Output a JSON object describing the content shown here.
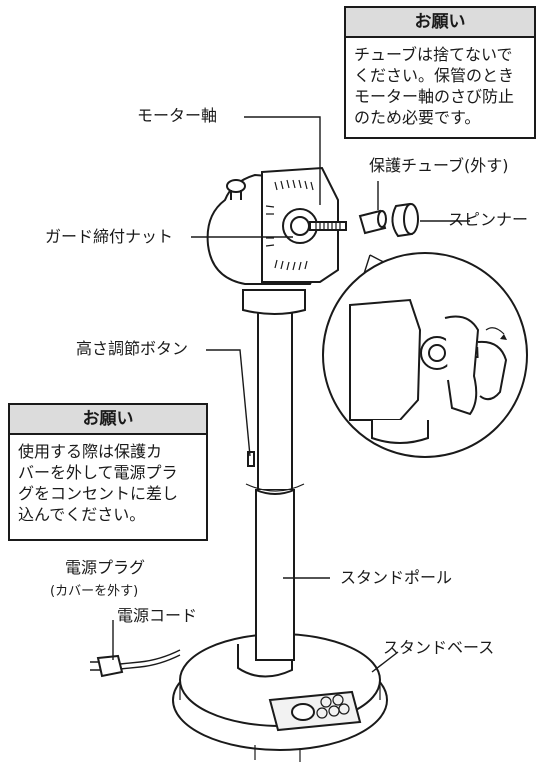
{
  "notices": {
    "top": {
      "title": "お願い",
      "body": "チューブは捨てないで\nください。保管のとき\nモーター軸のさび防止\nのため必要です。"
    },
    "left": {
      "title": "お願い",
      "body": "使用する際は保護カ\nバーを外して電源プラ\nグをコンセントに差し\n込んでください。"
    }
  },
  "labels": {
    "motor_shaft": "モーター軸",
    "protective_tube": "保護チューブ(外す)",
    "spinner": "スピンナー",
    "guard_nut": "ガード締付ナット",
    "height_button": "高さ調節ボタン",
    "power_plug": "電源プラグ",
    "power_plug_note": "(カバーを外す)",
    "power_cord": "電源コード",
    "stand_pole": "スタンドポール",
    "stand_base": "スタンドベース"
  }
}
